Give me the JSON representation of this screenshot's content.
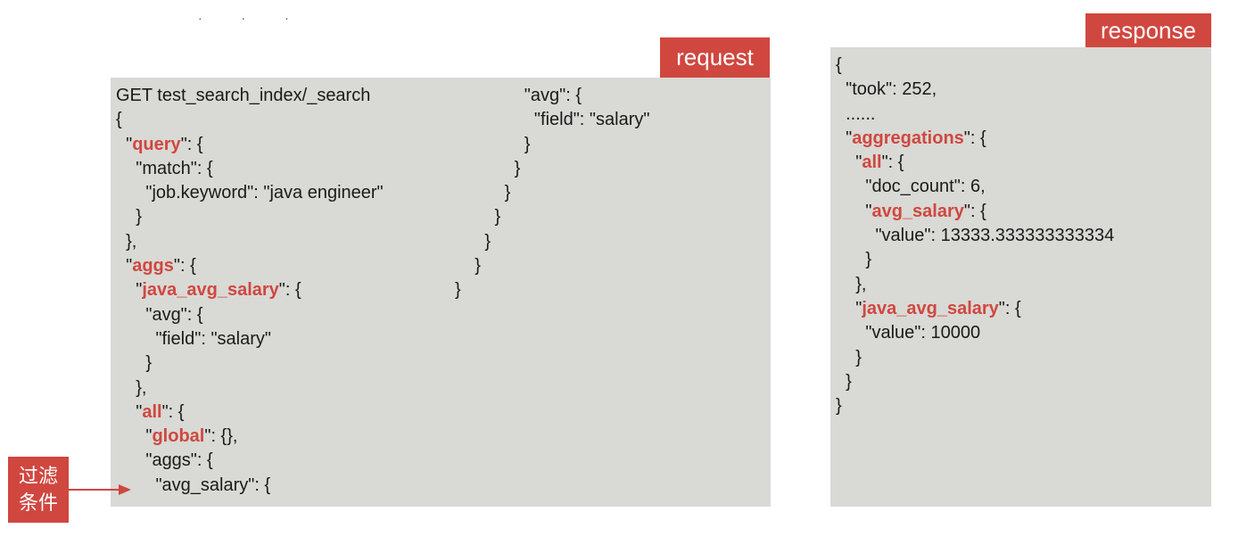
{
  "colors": {
    "accent": "#d0473f",
    "panel_bg": "#d9d9d5",
    "text": "#1a1a1a"
  },
  "request": {
    "tag_label": "request",
    "column1": [
      [
        {
          "t": "GET test_search_index/_search"
        }
      ],
      [
        {
          "t": "{"
        }
      ],
      [
        {
          "t": "  \""
        },
        {
          "t": "query",
          "hl": true
        },
        {
          "t": "\": {"
        }
      ],
      [
        {
          "t": "    \"match\": {"
        }
      ],
      [
        {
          "t": "      \"job.keyword\": \"java engineer\""
        }
      ],
      [
        {
          "t": "    }"
        }
      ],
      [
        {
          "t": "  },"
        }
      ],
      [
        {
          "t": "  \""
        },
        {
          "t": "aggs",
          "hl": true
        },
        {
          "t": "\": {"
        }
      ],
      [
        {
          "t": "    \""
        },
        {
          "t": "java_avg_salary",
          "hl": true
        },
        {
          "t": "\": {"
        }
      ],
      [
        {
          "t": "      \"avg\": {"
        }
      ],
      [
        {
          "t": "        \"field\": \"salary\""
        }
      ],
      [
        {
          "t": "      }"
        }
      ],
      [
        {
          "t": "    },"
        }
      ],
      [
        {
          "t": "    \""
        },
        {
          "t": "all",
          "hl": true
        },
        {
          "t": "\": {"
        }
      ],
      [
        {
          "t": "      \""
        },
        {
          "t": "global",
          "hl": true
        },
        {
          "t": "\": {},"
        }
      ],
      [
        {
          "t": "      \"aggs\": {"
        }
      ],
      [
        {
          "t": "        \"avg_salary\": {"
        }
      ]
    ],
    "column2": [
      [
        {
          "t": "              \"avg\": {"
        }
      ],
      [
        {
          "t": "                \"field\": \"salary\""
        }
      ],
      [
        {
          "t": "              }"
        }
      ],
      [
        {
          "t": "            }"
        }
      ],
      [
        {
          "t": "          }"
        }
      ],
      [
        {
          "t": "        }"
        }
      ],
      [
        {
          "t": "      }"
        }
      ],
      [
        {
          "t": "    }"
        }
      ],
      [
        {
          "t": "}"
        }
      ]
    ]
  },
  "response": {
    "tag_label": "response",
    "lines": [
      [
        {
          "t": "{"
        }
      ],
      [
        {
          "t": "  \"took\": 252,"
        }
      ],
      [
        {
          "t": "  ......"
        }
      ],
      [
        {
          "t": "  \""
        },
        {
          "t": "aggregations",
          "hl": true
        },
        {
          "t": "\": {"
        }
      ],
      [
        {
          "t": "    \""
        },
        {
          "t": "all",
          "hl": true
        },
        {
          "t": "\": {"
        }
      ],
      [
        {
          "t": "      \"doc_count\": 6,"
        }
      ],
      [
        {
          "t": "      \""
        },
        {
          "t": "avg_salary",
          "hl": true
        },
        {
          "t": "\": {"
        }
      ],
      [
        {
          "t": "        \"value\": 13333.333333333334"
        }
      ],
      [
        {
          "t": "      }"
        }
      ],
      [
        {
          "t": "    },"
        }
      ],
      [
        {
          "t": "    \""
        },
        {
          "t": "java_avg_salary",
          "hl": true
        },
        {
          "t": "\": {"
        }
      ],
      [
        {
          "t": "      \"value\": 10000"
        }
      ],
      [
        {
          "t": "    }"
        }
      ],
      [
        {
          "t": "  }"
        }
      ],
      [
        {
          "t": "}"
        }
      ]
    ]
  },
  "filter_note": {
    "line1": "过滤",
    "line2": "条件"
  }
}
